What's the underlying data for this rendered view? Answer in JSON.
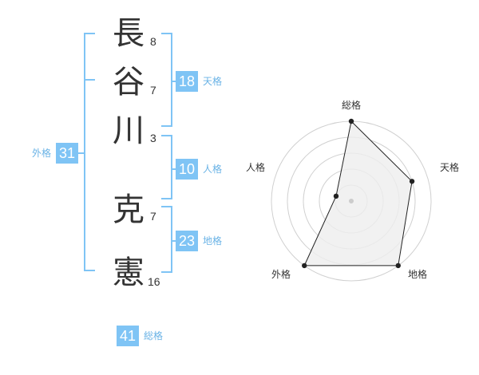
{
  "name": {
    "chars": [
      {
        "char": "長",
        "strokes": "8"
      },
      {
        "char": "谷",
        "strokes": "7"
      },
      {
        "char": "川",
        "strokes": "3"
      },
      {
        "char": "克",
        "strokes": "7"
      },
      {
        "char": "憲",
        "strokes": "16"
      }
    ]
  },
  "scores": {
    "tenkaku": {
      "value": "18",
      "label": "天格"
    },
    "jinkaku": {
      "value": "10",
      "label": "人格"
    },
    "chikaku": {
      "value": "23",
      "label": "地格"
    },
    "gaikaku": {
      "value": "31",
      "label": "外格"
    },
    "soukaku": {
      "value": "41",
      "label": "総格"
    }
  },
  "colors": {
    "accent": "#7fc4f5",
    "label_blue": "#6ab3e6",
    "text": "#333333",
    "grid": "#d0d0d0",
    "fill": "#eeeeee"
  },
  "chart_data": {
    "type": "radar",
    "axes": [
      "総格",
      "天格",
      "地格",
      "外格",
      "人格"
    ],
    "values": [
      5,
      4,
      5,
      5,
      1
    ],
    "max": 5,
    "rings": 5
  }
}
